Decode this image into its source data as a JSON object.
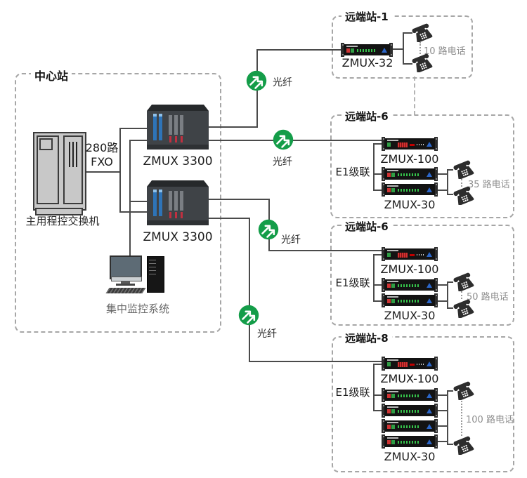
{
  "center": {
    "title": "中心站",
    "switch_label": "主用程控交换机",
    "fxo_line1": "280路",
    "fxo_line2": "FXO",
    "mux1_label": "ZMUX 3300",
    "mux2_label": "ZMUX 3300",
    "monitor_label": "集中监控系统"
  },
  "fiber_links": [
    {
      "label": "光纤"
    },
    {
      "label": "光纤"
    },
    {
      "label": "光纤"
    },
    {
      "label": "光纤"
    }
  ],
  "stations": [
    {
      "title": "远端站-1",
      "device_label": "ZMUX-32",
      "phones_label": "10 路电话"
    },
    {
      "title": "远端站-6",
      "top_label": "ZMUX-100",
      "bottom_label": "ZMUX-30",
      "cascade_label": "E1级联",
      "phones_label": "35 路电话"
    },
    {
      "title": "远端站-6",
      "top_label": "ZMUX-100",
      "bottom_label": "ZMUX-30",
      "cascade_label": "E1级联",
      "phones_label": "50 路电话"
    },
    {
      "title": "远端站-8",
      "top_label": "ZMUX-100",
      "bottom_label": "ZMUX-30",
      "cascade_label": "E1级联",
      "phones_label": "100 路电话"
    }
  ],
  "colors": {
    "fiber_icon_green": "#149d49",
    "line": "#4a4a4a",
    "box_border": "#a6a6a6",
    "phone_label_gray": "#8e8e8e"
  }
}
